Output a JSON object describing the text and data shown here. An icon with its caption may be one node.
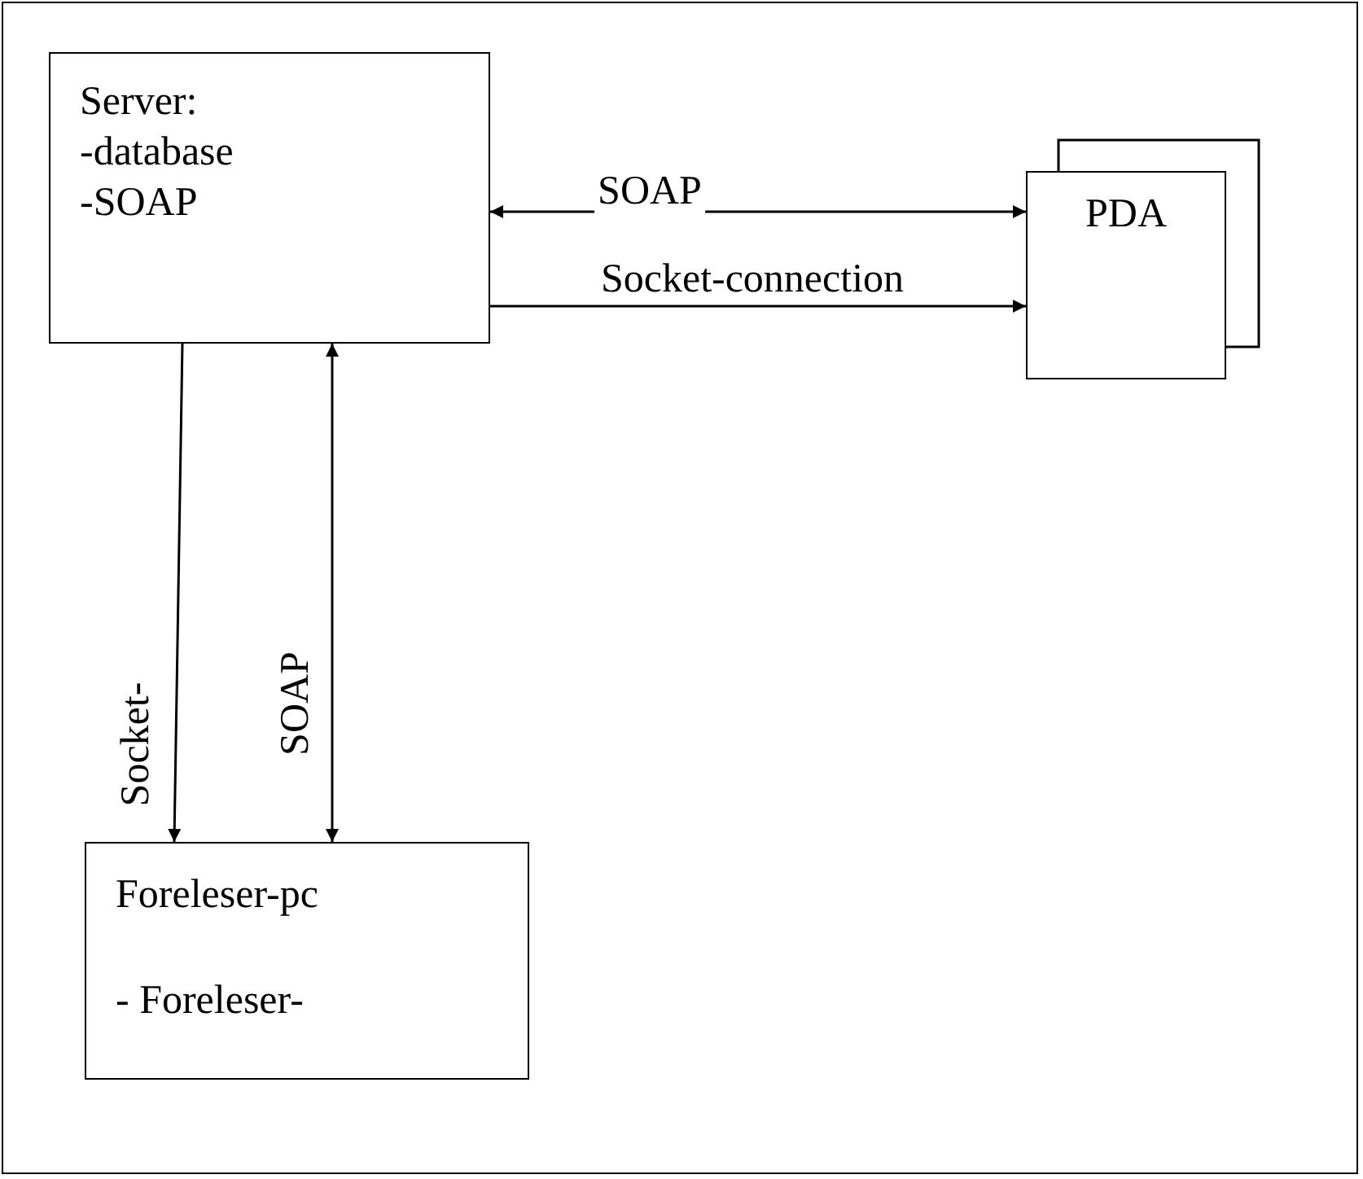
{
  "diagram": {
    "nodes": [
      {
        "text": [
          "Server:",
          "-database",
          "-SOAP"
        ]
      },
      {
        "text": [
          "PDA"
        ]
      },
      {
        "text": [
          "Foreleser-pc",
          "- Foreleser-"
        ]
      }
    ],
    "edges": [
      {
        "from": 0,
        "to": 1,
        "arrow": "both",
        "label": "SOAP"
      },
      {
        "from": 0,
        "to": 1,
        "arrow": "to",
        "label": "Socket-connection"
      },
      {
        "from": 0,
        "to": 2,
        "arrow": "to",
        "label": "Socket-"
      },
      {
        "from": 2,
        "to": 0,
        "arrow": "both",
        "label": "SOAP"
      }
    ]
  }
}
